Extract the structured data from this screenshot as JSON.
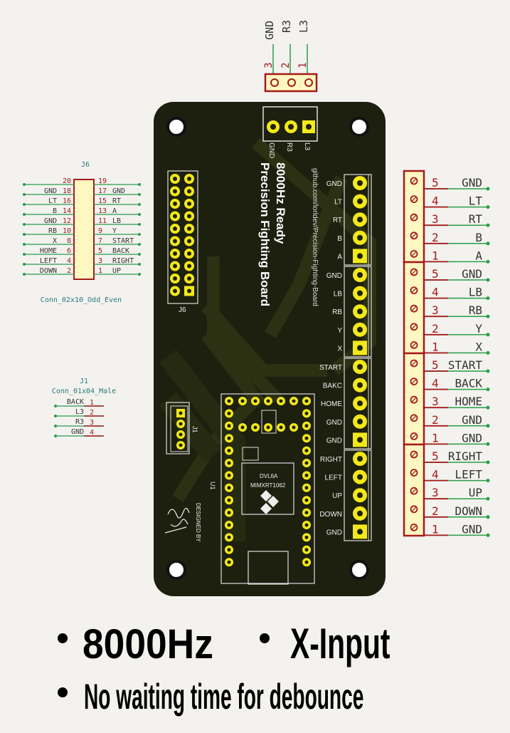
{
  "top_connector": {
    "labels": [
      "GND",
      "R3",
      "L3"
    ],
    "pins": [
      "3",
      "2",
      "1"
    ]
  },
  "j6_schematic": {
    "ref": "J6",
    "value": "Conn_02x10_Odd_Even",
    "left": [
      {
        "label": "",
        "pin": "20"
      },
      {
        "label": "GND",
        "pin": "18"
      },
      {
        "label": "LT",
        "pin": "16"
      },
      {
        "label": "B",
        "pin": "14"
      },
      {
        "label": "GND",
        "pin": "12"
      },
      {
        "label": "RB",
        "pin": "10"
      },
      {
        "label": "X",
        "pin": "8"
      },
      {
        "label": "HOME",
        "pin": "6"
      },
      {
        "label": "LEFT",
        "pin": "4"
      },
      {
        "label": "DOWN",
        "pin": "2"
      }
    ],
    "right": [
      {
        "pin": "19",
        "label": ""
      },
      {
        "pin": "17",
        "label": "GND"
      },
      {
        "pin": "15",
        "label": "RT"
      },
      {
        "pin": "13",
        "label": "A"
      },
      {
        "pin": "11",
        "label": "LB"
      },
      {
        "pin": "9",
        "label": "Y"
      },
      {
        "pin": "7",
        "label": "START"
      },
      {
        "pin": "5",
        "label": "BACK"
      },
      {
        "pin": "3",
        "label": "RIGHT"
      },
      {
        "pin": "1",
        "label": "UP"
      }
    ]
  },
  "j1_schematic": {
    "ref": "J1",
    "value": "Conn_01x04_Male",
    "rows": [
      {
        "label": "BACK",
        "pin": "1"
      },
      {
        "label": "L3",
        "pin": "2"
      },
      {
        "label": "R3",
        "pin": "3"
      },
      {
        "label": "GND",
        "pin": "4"
      }
    ]
  },
  "pcb": {
    "top_header_labels": [
      "GND",
      "R3",
      "L3"
    ],
    "title_line1": "8000Hz Ready",
    "title_line2": "Precision Fighting Board",
    "url": "github.com/lorldev/Precision-Fighting-Board",
    "j6_ref": "J6",
    "j1_ref": "J1",
    "u1_ref": "U1",
    "chip_line1": "DVL6A",
    "chip_line2": "MIMXRT1062",
    "designed_by": "DESIGNED BY",
    "terminal_groups": [
      [
        "GND",
        "LT",
        "RT",
        "B",
        "A"
      ],
      [
        "GND",
        "LB",
        "RB",
        "Y",
        "X"
      ],
      [
        "START",
        "BAKC",
        "HOME",
        "GND",
        "GND"
      ],
      [
        "RIGHT",
        "LEFT",
        "UP",
        "DOWN",
        "GND"
      ]
    ]
  },
  "terminal_schematic": {
    "groups": [
      [
        {
          "pin": "5",
          "label": "GND"
        },
        {
          "pin": "4",
          "label": "LT"
        },
        {
          "pin": "3",
          "label": "RT"
        },
        {
          "pin": "2",
          "label": "B"
        },
        {
          "pin": "1",
          "label": "A"
        }
      ],
      [
        {
          "pin": "5",
          "label": "GND"
        },
        {
          "pin": "4",
          "label": "LB"
        },
        {
          "pin": "3",
          "label": "RB"
        },
        {
          "pin": "2",
          "label": "Y"
        },
        {
          "pin": "1",
          "label": "X"
        }
      ],
      [
        {
          "pin": "5",
          "label": "START"
        },
        {
          "pin": "4",
          "label": "BACK"
        },
        {
          "pin": "3",
          "label": "HOME"
        },
        {
          "pin": "2",
          "label": "GND"
        },
        {
          "pin": "1",
          "label": "GND"
        }
      ],
      [
        {
          "pin": "5",
          "label": "RIGHT"
        },
        {
          "pin": "4",
          "label": "LEFT"
        },
        {
          "pin": "3",
          "label": "UP"
        },
        {
          "pin": "2",
          "label": "DOWN"
        },
        {
          "pin": "1",
          "label": "GND"
        }
      ]
    ]
  },
  "captions": {
    "line1_a": "8000Hz",
    "line1_b": "X-Input",
    "line2": "No waiting time for debounce"
  },
  "colors": {
    "board": "#1d200e",
    "silk": "#f1f1f1",
    "pad": "#f2e81a",
    "schematic_red": "#a51a1a",
    "schematic_green": "#2a9d4a",
    "component_fill": "#fff7c2"
  }
}
